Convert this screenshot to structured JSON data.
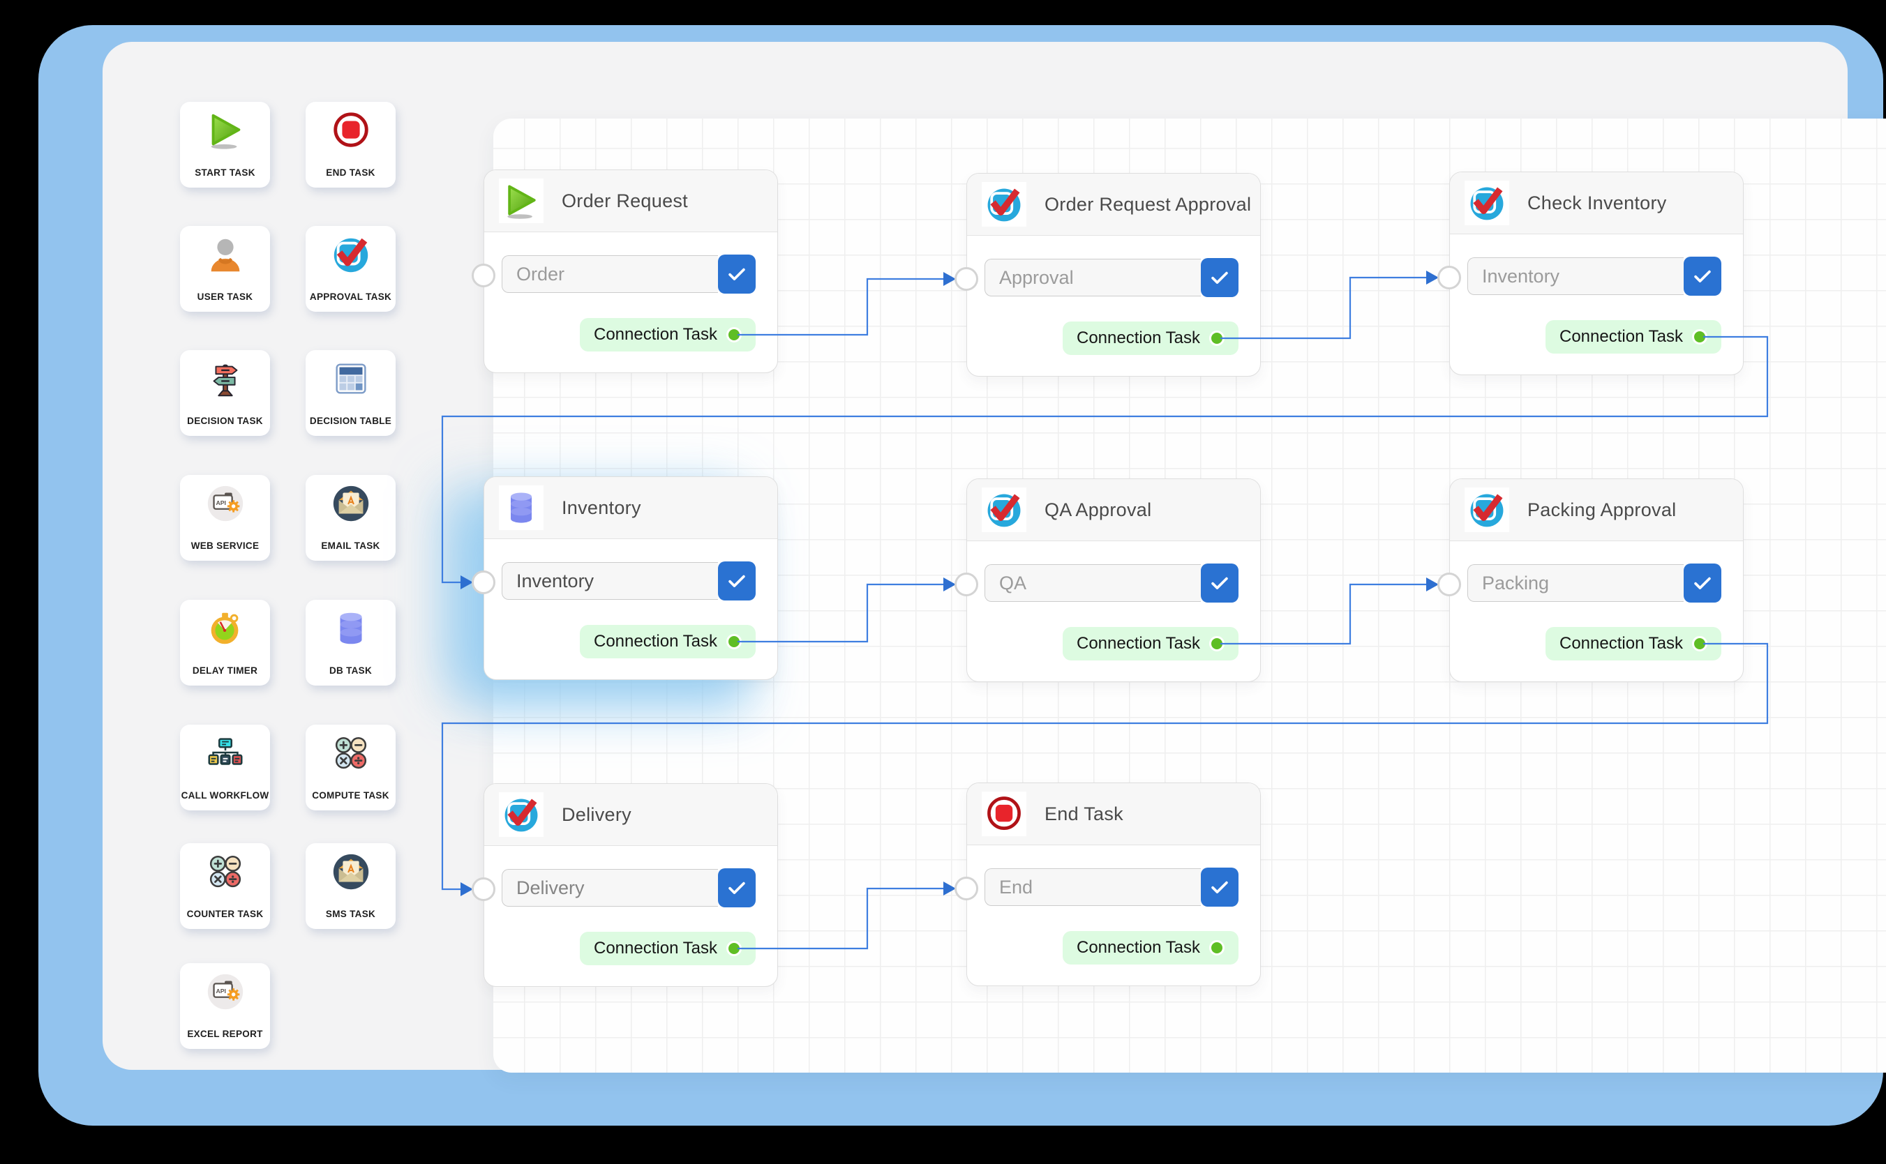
{
  "palette": {
    "items": [
      {
        "id": "start_task",
        "icon": "start",
        "label": "START TASK"
      },
      {
        "id": "end_task",
        "icon": "end",
        "label": "END TASK"
      },
      {
        "id": "user_task",
        "icon": "user",
        "label": "USER TASK"
      },
      {
        "id": "approval_task",
        "icon": "approval",
        "label": "APPROVAL TASK"
      },
      {
        "id": "decision_task",
        "icon": "decision",
        "label": "DECISION TASK"
      },
      {
        "id": "decision_table",
        "icon": "decision_table",
        "label": "DECISION TABLE"
      },
      {
        "id": "web_service",
        "icon": "web",
        "label": "WEB SERVICE"
      },
      {
        "id": "email_task",
        "icon": "email",
        "label": "EMAIL TASK"
      },
      {
        "id": "delay_timer",
        "icon": "timer",
        "label": "DELAY TIMER"
      },
      {
        "id": "db_task",
        "icon": "db",
        "label": "DB TASK"
      },
      {
        "id": "call_workflow",
        "icon": "workflow",
        "label": "CALL WORKFLOW"
      },
      {
        "id": "compute_task",
        "icon": "compute",
        "label": "COMPUTE TASK"
      },
      {
        "id": "counter_task",
        "icon": "compute",
        "label": "COUNTER TASK"
      },
      {
        "id": "sms_task",
        "icon": "email",
        "label": "SMS TASK"
      },
      {
        "id": "excel_report",
        "icon": "web",
        "label": "EXCEL REPORT"
      }
    ]
  },
  "canvas": {
    "nodes": [
      {
        "id": "order",
        "icon": "start",
        "title": "Order Request",
        "value": "Order",
        "badge": "Connection Task"
      },
      {
        "id": "approval",
        "icon": "approval",
        "title": "Order Request Approval",
        "value": "Approval",
        "badge": "Connection Task"
      },
      {
        "id": "check_inventory",
        "icon": "approval",
        "title": "Check Inventory",
        "value": "Inventory",
        "badge": "Connection Task"
      },
      {
        "id": "inventory",
        "icon": "db",
        "title": "Inventory",
        "value": "Inventory",
        "badge": "Connection Task"
      },
      {
        "id": "qa",
        "icon": "approval",
        "title": "QA Approval",
        "value": "QA",
        "badge": "Connection Task"
      },
      {
        "id": "packing",
        "icon": "approval",
        "title": "Packing Approval",
        "value": "Packing",
        "badge": "Connection Task"
      },
      {
        "id": "delivery",
        "icon": "approval",
        "title": "Delivery",
        "value": "Delivery",
        "badge": "Connection Task"
      },
      {
        "id": "end",
        "icon": "end",
        "title": "End Task",
        "value": "End",
        "badge": "Connection Task"
      }
    ],
    "connections": [
      {
        "from": "order",
        "to": "approval"
      },
      {
        "from": "approval",
        "to": "check_inventory"
      },
      {
        "from": "check_inventory",
        "to": "inventory"
      },
      {
        "from": "inventory",
        "to": "qa"
      },
      {
        "from": "qa",
        "to": "packing"
      },
      {
        "from": "packing",
        "to": "delivery"
      },
      {
        "from": "delivery",
        "to": "end"
      }
    ]
  },
  "colors": {
    "frame_blue": "#92c3ee",
    "surface_gray": "#f3f3f4",
    "accent_blue": "#2a72d2",
    "wire_blue": "#3e7ee0",
    "badge_green_bg": "#ddfbe1",
    "badge_dot_green": "#5fbe25"
  }
}
